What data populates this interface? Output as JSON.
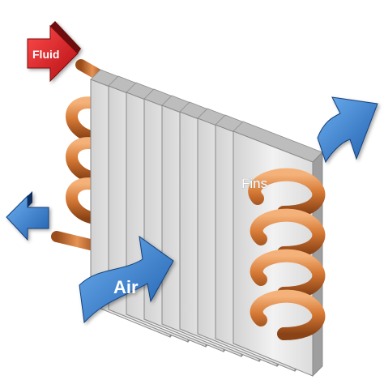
{
  "labels": {
    "fluid": "Fluid",
    "air": "Air",
    "fins": "Fins"
  },
  "colors": {
    "fluid_arrow": "#e0161c",
    "air_arrow": "#3f86d8",
    "copper": "#c87533",
    "fin_face": "#e4e4e4",
    "fin_edge": "#a8a8a8"
  },
  "fin_count": 9
}
